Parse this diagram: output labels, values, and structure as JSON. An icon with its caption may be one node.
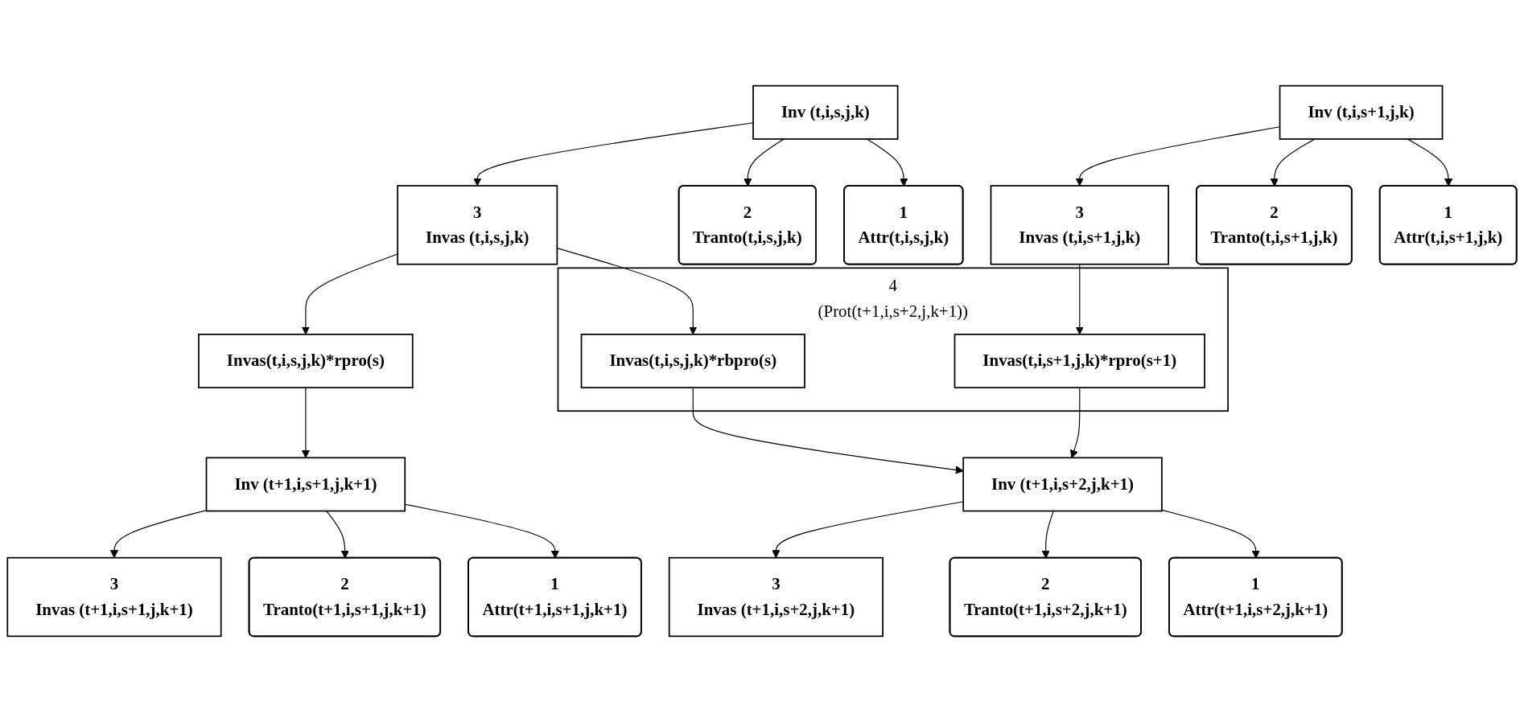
{
  "diagram": {
    "nodes": [
      {
        "text": [
          "2",
          "Tranto(t,i,s,j,k)"
        ]
      },
      {
        "text": [
          "1",
          "Attr(t,i,s,j,k)"
        ]
      },
      {
        "text": [
          "2",
          "Tranto(t,i,s+1,j,k)"
        ]
      },
      {
        "text": [
          "1",
          "Attr(t,i,s+1,j,k)"
        ]
      },
      {
        "text": [
          "Inv (t,i,s,j,k)"
        ]
      },
      {
        "text": [
          "3",
          "Invas (t,i,s,j,k)"
        ]
      },
      {
        "text": [
          "Inv (t,i,s+1,j,k)"
        ]
      },
      {
        "text": [
          "3",
          "Invas (t,i,s+1,j,k)"
        ]
      },
      {
        "text": [
          "4",
          "(Prot(t+1,i,s+2,j,k+1))"
        ]
      },
      {
        "text": [
          "Invas(t,i,s,j,k)*rpro(s)"
        ]
      },
      {
        "text": [
          "Invas(t,i,s,j,k)*rbpro(s)"
        ],
        "in": 8
      },
      {
        "text": [
          "Invas(t,i,s+1,j,k)*rpro(s+1)"
        ],
        "in": 8
      },
      {
        "text": [
          "2",
          "Tranto(t+1,i,s+1,j,k+1)"
        ]
      },
      {
        "text": [
          "2",
          "Tranto(t+1,i,s+2,j,k+1)"
        ]
      },
      {
        "text": [
          "1",
          "Attr(t+1,i,s+1,j,k+1)"
        ]
      },
      {
        "text": [
          "1",
          "Attr(t+1,i,s+2,j,k+1)"
        ]
      },
      {
        "text": [
          "Inv (t+1,i,s+1,j,k+1)"
        ]
      },
      {
        "text": [
          "3",
          "Invas (t+1,i,s+1,j,k+1)"
        ]
      },
      {
        "text": [
          "Inv (t+1,i,s+2,j,k+1)"
        ]
      },
      {
        "text": [
          "3",
          "Invas (t+1,i,s+2,j,k+1)"
        ]
      }
    ],
    "edges": [
      {
        "from": 4,
        "to": 5,
        "arrow": "to"
      },
      {
        "from": 4,
        "to": 0,
        "arrow": "to"
      },
      {
        "from": 4,
        "to": 1,
        "arrow": "to"
      },
      {
        "from": 6,
        "to": 7,
        "arrow": "to"
      },
      {
        "from": 6,
        "to": 2,
        "arrow": "to"
      },
      {
        "from": 6,
        "to": 3,
        "arrow": "to"
      },
      {
        "from": 5,
        "to": 9,
        "arrow": "to"
      },
      {
        "from": 5,
        "to": 10,
        "arrow": "to"
      },
      {
        "from": 7,
        "to": 11,
        "arrow": "to"
      },
      {
        "from": 9,
        "to": 16,
        "arrow": "to"
      },
      {
        "from": 10,
        "to": 18,
        "arrow": "to"
      },
      {
        "from": 11,
        "to": 18,
        "arrow": "to"
      },
      {
        "from": 16,
        "to": 17,
        "arrow": "to"
      },
      {
        "from": 16,
        "to": 12,
        "arrow": "to"
      },
      {
        "from": 16,
        "to": 14,
        "arrow": "to"
      },
      {
        "from": 18,
        "to": 19,
        "arrow": "to"
      },
      {
        "from": 18,
        "to": 13,
        "arrow": "to"
      },
      {
        "from": 18,
        "to": 15,
        "arrow": "to"
      }
    ]
  }
}
